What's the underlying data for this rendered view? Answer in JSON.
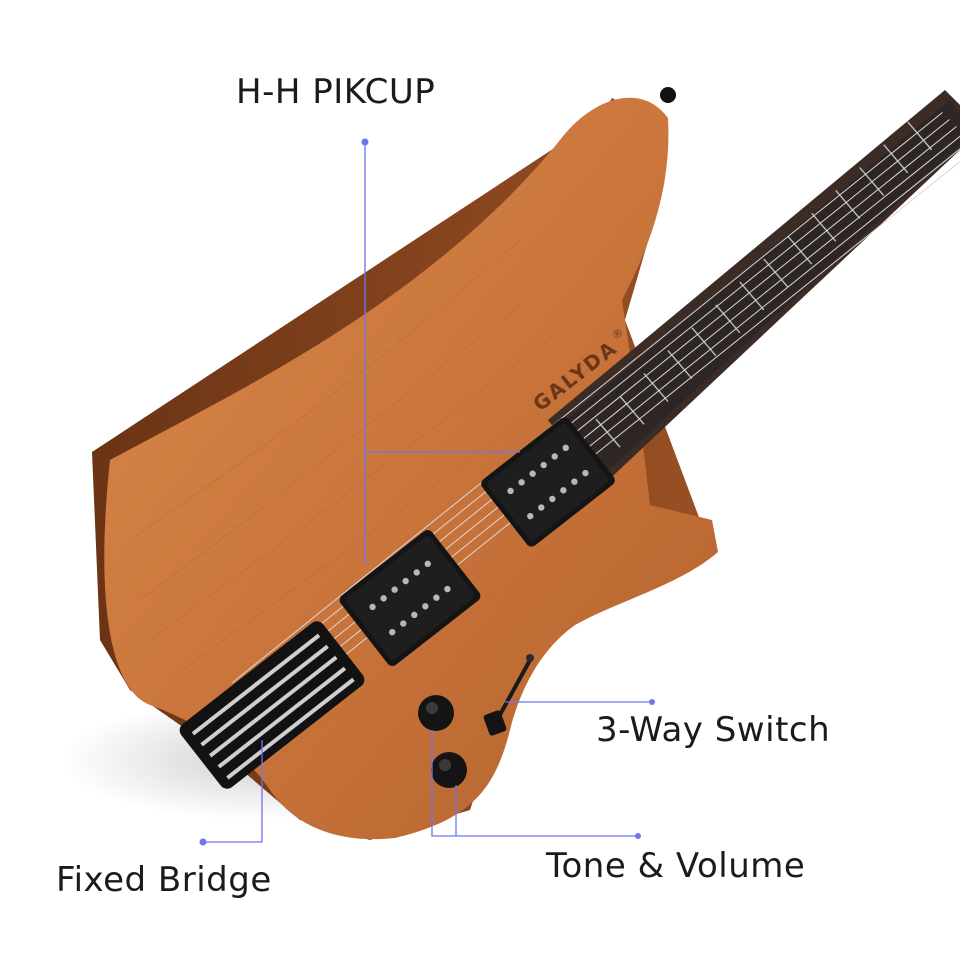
{
  "brand": "GALYDA",
  "brand_mark": "®",
  "callouts": {
    "pickup": "H-H   PIKCUP",
    "switch": "3-Way Switch",
    "bridge": "Fixed Bridge",
    "knobs": "Tone & Volume"
  },
  "colors": {
    "wood": "#c8733a",
    "wood_light": "#d98a4c",
    "wood_dark": "#7a3f1d",
    "fretboard": "#2e2624",
    "hardware": "#141414",
    "callout_line": "#6f74f2",
    "text": "#1b1b1b"
  }
}
